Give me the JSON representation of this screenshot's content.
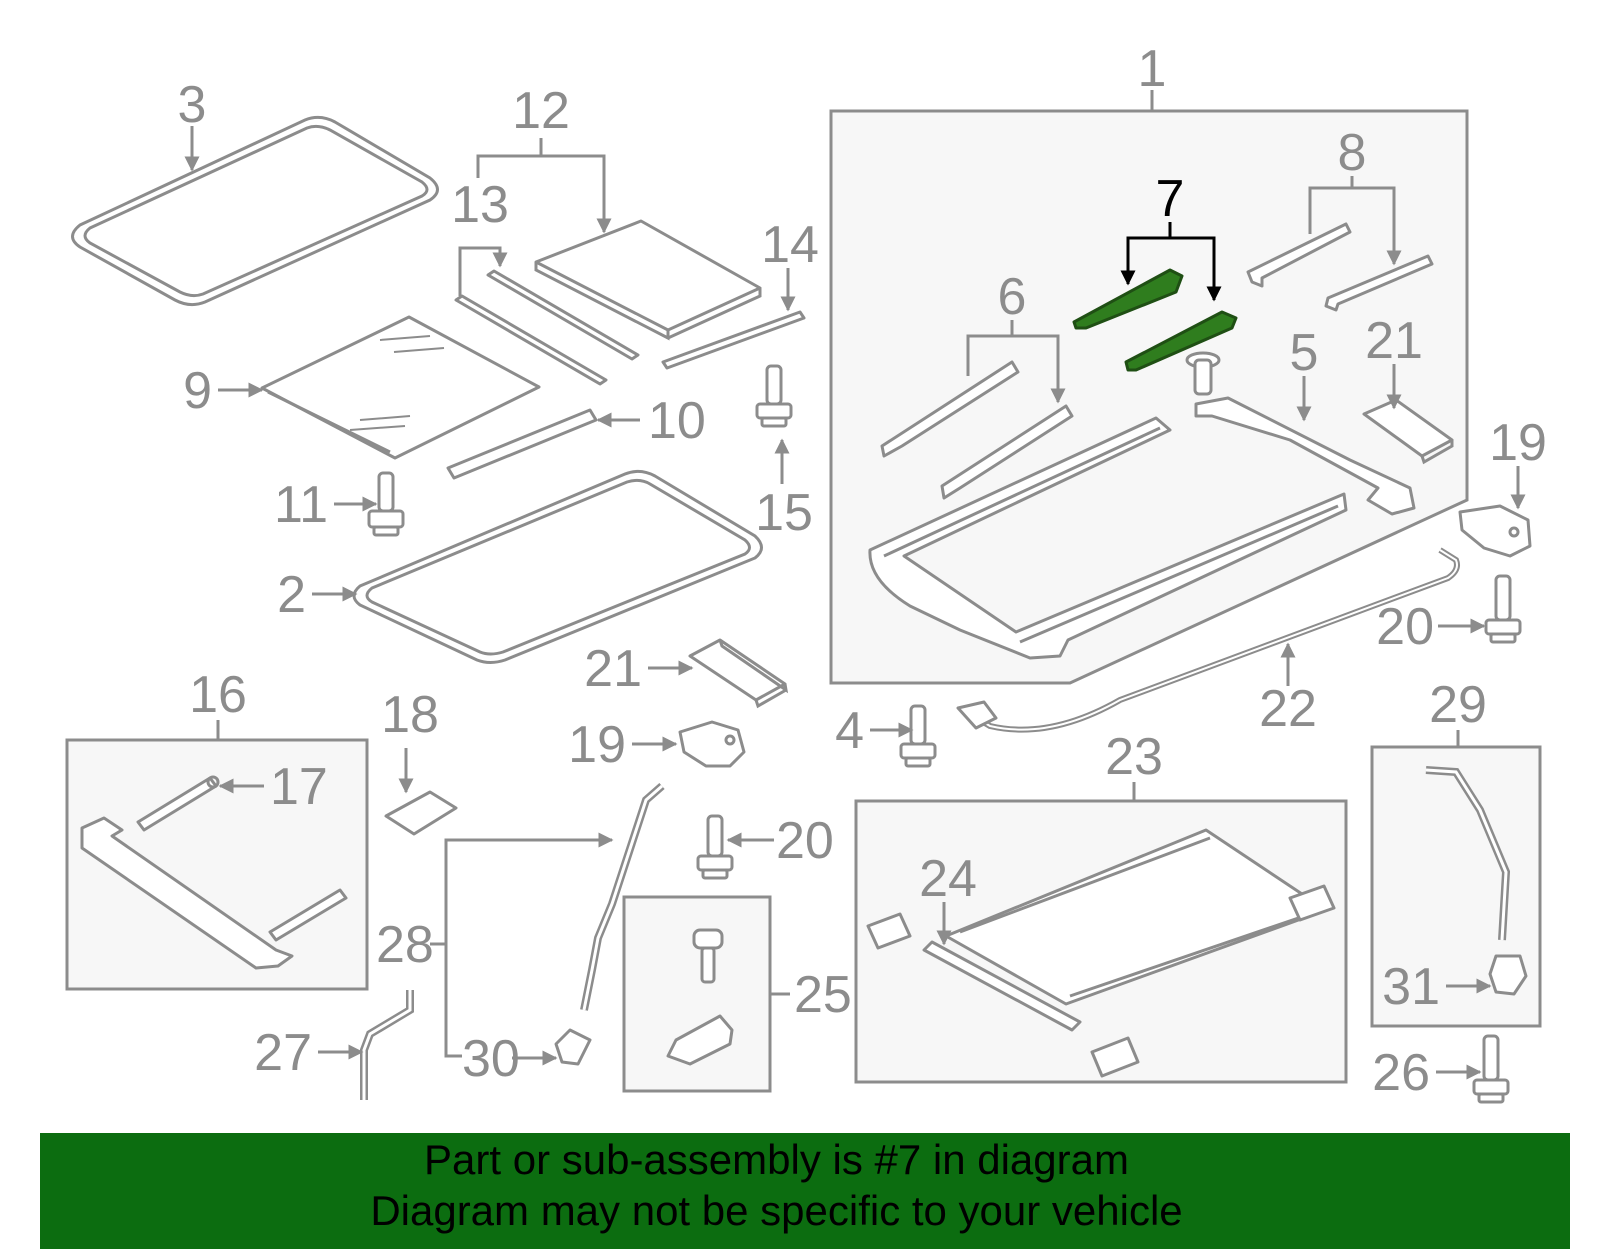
{
  "colors": {
    "line": "#8c8c8c",
    "highlight": "#2f7d1e",
    "banner": "#0c6d10",
    "banner_text": "#000000"
  },
  "highlighted_part": "7",
  "labels": {
    "l1": "1",
    "l2": "2",
    "l3": "3",
    "l4": "4",
    "l5": "5",
    "l6": "6",
    "l7": "7",
    "l8": "8",
    "l9": "9",
    "l10": "10",
    "l11": "11",
    "l12": "12",
    "l13": "13",
    "l14": "14",
    "l15": "15",
    "l16": "16",
    "l17": "17",
    "l18": "18",
    "l19a": "19",
    "l19b": "19",
    "l20a": "20",
    "l20b": "20",
    "l21a": "21",
    "l21b": "21",
    "l22": "22",
    "l23": "23",
    "l24": "24",
    "l25": "25",
    "l26": "26",
    "l27": "27",
    "l28": "28",
    "l29": "29",
    "l30": "30",
    "l31": "31"
  },
  "banner": {
    "line1": "Part or sub-assembly is #7 in diagram",
    "line2": "Diagram may not be specific to your vehicle"
  }
}
